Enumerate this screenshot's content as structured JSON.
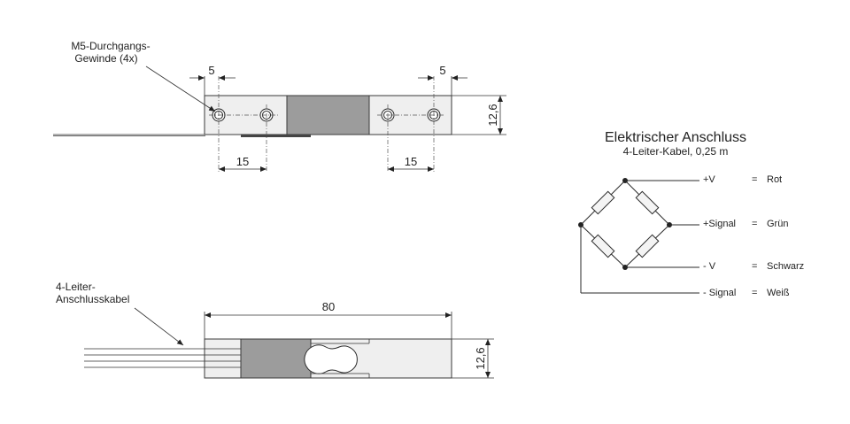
{
  "top_view": {
    "thread_label_line1": "M5-Durchgangs-",
    "thread_label_line2": "Gewinde (4x)",
    "dim_left_edge": "5",
    "dim_right_edge": "5",
    "dim_left_pitch": "15",
    "dim_right_pitch": "15",
    "dim_height": "12,6"
  },
  "side_view": {
    "cable_label_line1": "4-Leiter-",
    "cable_label_line2": "Anschlusskabel",
    "dim_length": "80",
    "dim_height": "12,6"
  },
  "wiring": {
    "title": "Elektrischer Anschluss",
    "subtitle": "4-Leiter-Kabel, 0,25 m",
    "wires": [
      {
        "signal": "+V",
        "eq": "=",
        "color": "Rot"
      },
      {
        "signal": "+Signal",
        "eq": "=",
        "color": "Grün"
      },
      {
        "signal": "- V",
        "eq": "=",
        "color": "Schwarz"
      },
      {
        "signal": "- Signal",
        "eq": "=",
        "color": "Weiß"
      }
    ]
  }
}
